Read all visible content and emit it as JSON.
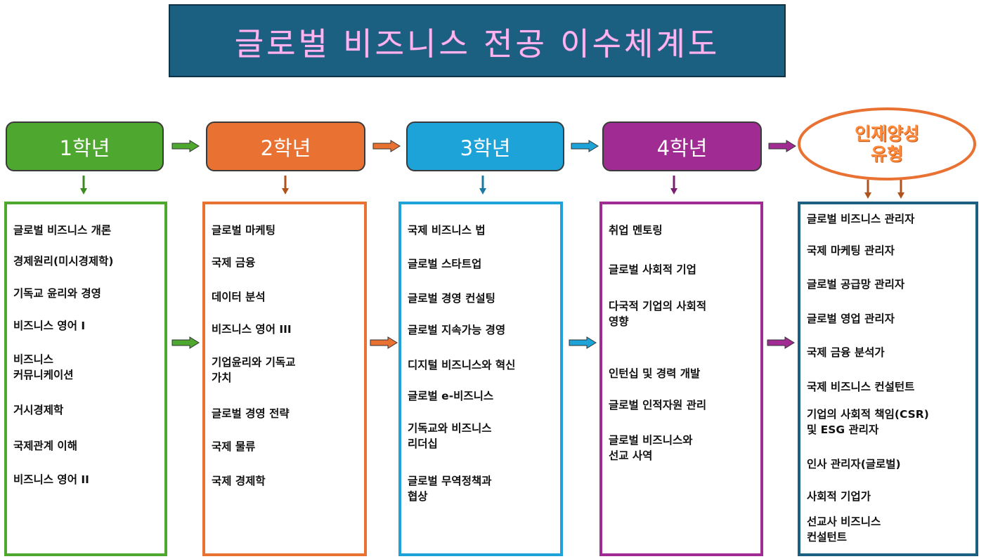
{
  "title": "글로벌 비즈니스 전공 이수체계도",
  "colors": {
    "title_bg": "#1b6081",
    "title_text": "#ffb3ef",
    "year1": "#4ea72e",
    "year2": "#e97132",
    "year3": "#1ea3d8",
    "year4": "#a02b93",
    "talent": "#e97132",
    "talent_box": "#1b6081"
  },
  "years": [
    {
      "label": "1학년",
      "courses": [
        "글로벌 비즈니스 개론",
        "경제원리(미시경제학)",
        "기독교 윤리와 경영",
        "비즈니스 영어 I",
        "비즈니스\n커뮤니케이션",
        "거시경제학",
        "국제관계 이해",
        "비즈니스 영어 II"
      ]
    },
    {
      "label": "2학년",
      "courses": [
        "글로벌 마케팅",
        "국제 금융",
        "데이터 분석",
        "비즈니스 영어 III",
        "기업윤리와 기독교\n가치",
        "글로벌 경영 전략",
        "국제 물류",
        "국제 경제학"
      ]
    },
    {
      "label": "3학년",
      "courses": [
        "국제 비즈니스 법",
        "글로벌 스타트업",
        "글로벌 경영 컨설팅",
        "글로벌 지속가능 경영",
        "디지털 비즈니스와 혁신",
        "글로벌 e-비즈니스",
        "기독교와 비즈니스\n리더십",
        "글로벌 무역정책과\n협상"
      ]
    },
    {
      "label": "4학년",
      "courses": [
        "취업 멘토링",
        "글로벌 사회적 기업",
        "다국적 기업의 사회적\n영향",
        "인턴십 및 경력 개발",
        "글로벌 인적자원 관리",
        "글로벌 비즈니스와\n선교 사역"
      ]
    }
  ],
  "talent": {
    "label": "인재양성\n유형",
    "roles": [
      "글로벌 비즈니스 관리자",
      "국제 마케팅 관리자",
      "글로벌 공급망 관리자",
      "글로벌 영업 관리자",
      "국제 금융 분석가",
      "국제 비즈니스 컨설턴트",
      "기업의 사회적 책임(CSR)\n및 ESG 관리자",
      "인사 관리자(글로벌)",
      "사회적 기업가",
      "선교사 비즈니스\n컨설턴트"
    ]
  },
  "icons": {
    "flow_arrow": "right-arrow-icon",
    "down_arrow": "down-arrow-icon"
  }
}
